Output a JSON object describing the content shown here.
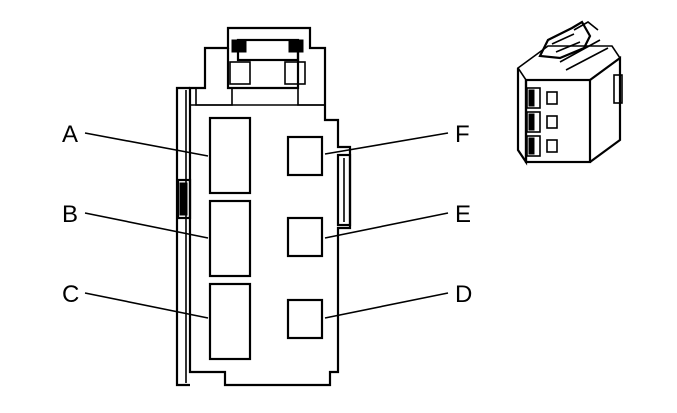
{
  "diagram": {
    "pin_labels": {
      "a": "A",
      "b": "B",
      "c": "C",
      "d": "D",
      "e": "E",
      "f": "F"
    }
  }
}
